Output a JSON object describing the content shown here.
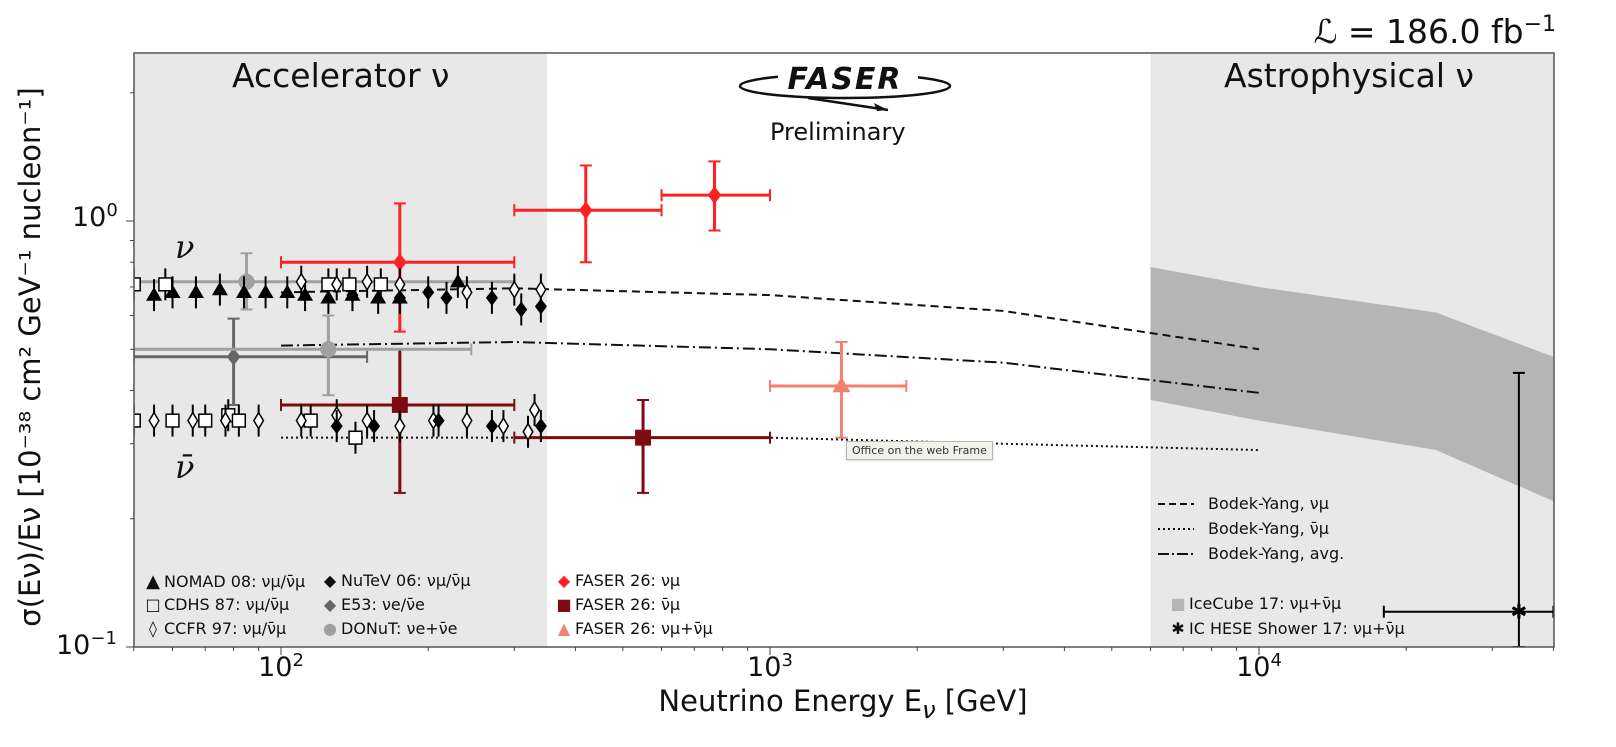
{
  "header": {
    "luminosity_text": "ℒ = 186.0 fb",
    "luminosity_exp": "−1"
  },
  "regions": {
    "accelerator_label": "Accelerator ν",
    "astrophysical_label": "Astrophysical ν",
    "logo_text": "FASER",
    "preliminary": "Preliminary"
  },
  "annotations": {
    "nu": "ν",
    "nubar": "ν̄"
  },
  "tooltip": {
    "text": "Office on the web Frame"
  },
  "axes": {
    "xlabel": "Neutrino Energy E",
    "xlabel_sub": "ν",
    "xlabel_unit": " [GeV]",
    "ylabel": "σ(Eν)/Eν [10⁻³⁸ cm² GeV⁻¹ nucleon⁻¹]",
    "xticks": [
      {
        "base": "10",
        "exp": "2",
        "value": 100
      },
      {
        "base": "10",
        "exp": "3",
        "value": 1000
      },
      {
        "base": "10",
        "exp": "4",
        "value": 10000
      }
    ],
    "yticks": [
      {
        "base": "10",
        "exp": "0",
        "value": 1.0
      },
      {
        "base": "10",
        "exp": "−1",
        "value": 0.1
      }
    ]
  },
  "legend": {
    "accelerator": [
      {
        "symbol": "▲",
        "label": "NOMAD 08: νμ/ν̄μ",
        "color": "#000000"
      },
      {
        "symbol": "□",
        "label": "CDHS 87: νμ/ν̄μ",
        "color": "#000000"
      },
      {
        "symbol": "◊",
        "label": "CCFR 97: νμ/ν̄μ",
        "color": "#000000"
      },
      {
        "symbol": "◆",
        "label": "NuTeV 06: νμ/ν̄μ",
        "color": "#000000"
      },
      {
        "symbol": "◆",
        "label": "E53: νe/ν̄e",
        "color": "#666666"
      },
      {
        "symbol": "●",
        "label": "DONuT: νe+ν̄e",
        "color": "#a0a0a0"
      }
    ],
    "faser": [
      {
        "symbol": "◆",
        "label": "FASER 26: νμ",
        "color": "#ff2020"
      },
      {
        "symbol": "■",
        "label": "FASER 26: ν̄μ",
        "color": "#7f0a12"
      },
      {
        "symbol": "▲",
        "label": "FASER 26: νμ+ν̄μ",
        "color": "#f58072"
      }
    ],
    "theory": [
      {
        "style": "dashed",
        "label": "Bodek-Yang, νμ"
      },
      {
        "style": "dotted",
        "label": "Bodek-Yang, ν̄μ"
      },
      {
        "style": "dashdot",
        "label": "Bodek-Yang, avg."
      }
    ],
    "astro": [
      {
        "symbol": "■",
        "label": "IceCube 17: νμ+ν̄μ",
        "color": "#b5b5b5"
      },
      {
        "symbol": "✱",
        "label": "IC HESE Shower 17: νμ+ν̄μ",
        "color": "#000000"
      }
    ]
  },
  "colors": {
    "shade": "#e8e8e8",
    "icecube_band": "#b5b5b5",
    "faser_numu": "#ff2020",
    "faser_numubar": "#7f0a12",
    "faser_sum": "#f58072",
    "e53": "#666666",
    "donut": "#a0a0a0"
  },
  "chart_data": {
    "type": "scatter",
    "title": "",
    "xlabel": "Neutrino Energy E_ν [GeV]",
    "ylabel": "σ(E_ν)/E_ν [10^-38 cm^2 GeV^-1 nucleon^-1]",
    "xscale": "log",
    "yscale": "log",
    "xlim": [
      50,
      40000
    ],
    "ylim": [
      0.1,
      2.48
    ],
    "grid": false,
    "legend_position": "lower, multi-group",
    "shaded_regions": [
      {
        "name": "Accelerator ν",
        "x": [
          50,
          350
        ]
      },
      {
        "name": "Astrophysical ν",
        "x": [
          6000,
          40000
        ]
      }
    ],
    "series": [
      {
        "name": "FASER 26: νμ",
        "marker": "diamond",
        "color": "#ff2020",
        "points": [
          {
            "x": 175,
            "xerr": [
              100,
              300
            ],
            "y": 0.8,
            "yerr": [
              0.55,
              1.1
            ]
          },
          {
            "x": 420,
            "xerr": [
              300,
              600
            ],
            "y": 1.06,
            "yerr": [
              0.8,
              1.35
            ]
          },
          {
            "x": 770,
            "xerr": [
              600,
              1000
            ],
            "y": 1.15,
            "yerr": [
              0.95,
              1.38
            ]
          }
        ]
      },
      {
        "name": "FASER 26: ν̄μ",
        "marker": "square",
        "color": "#7f0a12",
        "points": [
          {
            "x": 175,
            "xerr": [
              100,
              300
            ],
            "y": 0.37,
            "yerr": [
              0.23,
              0.5
            ]
          },
          {
            "x": 550,
            "xerr": [
              300,
              1000
            ],
            "y": 0.31,
            "yerr": [
              0.23,
              0.38
            ]
          }
        ]
      },
      {
        "name": "FASER 26: νμ+ν̄μ",
        "marker": "triangle",
        "color": "#f58072",
        "points": [
          {
            "x": 1400,
            "xerr": [
              1000,
              1900
            ],
            "y": 0.41,
            "yerr": [
              0.31,
              0.52
            ]
          }
        ]
      },
      {
        "name": "E53: νe/ν̄e",
        "marker": "diamond",
        "color": "#666666",
        "points": [
          {
            "x": 80,
            "xerr": [
              50,
              150
            ],
            "y": 0.48,
            "yerr": [
              0.37,
              0.59
            ]
          }
        ]
      },
      {
        "name": "DONuT: νe+ν̄e",
        "marker": "circle",
        "color": "#a0a0a0",
        "points": [
          {
            "x": 85,
            "xerr": [
              50,
              300
            ],
            "y": 0.72,
            "yerr": [
              0.62,
              0.84
            ]
          },
          {
            "x": 125,
            "xerr": [
              50,
              245
            ],
            "y": 0.5,
            "yerr": [
              0.39,
              0.6
            ]
          }
        ]
      },
      {
        "name": "NOMAD 08: νμ/ν̄μ (ν)",
        "marker": "triangle",
        "color": "#000000",
        "points": [
          {
            "x": 55,
            "y": 0.67
          },
          {
            "x": 60,
            "y": 0.68
          },
          {
            "x": 67,
            "y": 0.68
          },
          {
            "x": 75,
            "y": 0.69
          },
          {
            "x": 84,
            "y": 0.68
          },
          {
            "x": 93,
            "y": 0.68
          },
          {
            "x": 103,
            "y": 0.68
          },
          {
            "x": 112,
            "y": 0.67
          },
          {
            "x": 125,
            "y": 0.66
          },
          {
            "x": 140,
            "y": 0.67
          },
          {
            "x": 158,
            "y": 0.66
          },
          {
            "x": 175,
            "y": 0.66
          },
          {
            "x": 230,
            "y": 0.72
          }
        ]
      },
      {
        "name": "NuTeV 06: νμ/ν̄μ (ν)",
        "marker": "diamond",
        "color": "#000000",
        "points": [
          {
            "x": 140,
            "y": 0.67
          },
          {
            "x": 175,
            "y": 0.66
          },
          {
            "x": 200,
            "y": 0.68
          },
          {
            "x": 218,
            "y": 0.66
          },
          {
            "x": 270,
            "y": 0.66
          },
          {
            "x": 310,
            "y": 0.62
          },
          {
            "x": 340,
            "y": 0.63
          }
        ]
      },
      {
        "name": "CDHS 87: νμ/ν̄μ (ν)",
        "marker": "square",
        "color": "#000000",
        "points": [
          {
            "x": 50,
            "y": 0.71
          },
          {
            "x": 58,
            "y": 0.71
          },
          {
            "x": 125,
            "y": 0.71
          },
          {
            "x": 138,
            "y": 0.71
          },
          {
            "x": 160,
            "y": 0.71
          }
        ]
      },
      {
        "name": "CCFR 97: νμ/ν̄μ (ν)",
        "marker": "open-diamond",
        "color": "#000000",
        "points": [
          {
            "x": 110,
            "y": 0.72
          },
          {
            "x": 130,
            "y": 0.71
          },
          {
            "x": 150,
            "y": 0.72
          },
          {
            "x": 175,
            "y": 0.71
          },
          {
            "x": 240,
            "y": 0.68
          },
          {
            "x": 300,
            "y": 0.69
          },
          {
            "x": 340,
            "y": 0.69
          }
        ]
      },
      {
        "name": "CDHS 87: νμ/ν̄μ (ν̄)",
        "marker": "square",
        "color": "#000000",
        "points": [
          {
            "x": 50,
            "y": 0.34
          },
          {
            "x": 60,
            "y": 0.34
          },
          {
            "x": 70,
            "y": 0.34
          },
          {
            "x": 78,
            "y": 0.35
          },
          {
            "x": 82,
            "y": 0.34
          },
          {
            "x": 115,
            "y": 0.34
          },
          {
            "x": 142,
            "y": 0.31
          }
        ]
      },
      {
        "name": "CCFR 97: νμ/ν̄μ (ν̄)",
        "marker": "open-diamond",
        "color": "#000000",
        "points": [
          {
            "x": 55,
            "y": 0.34
          },
          {
            "x": 66,
            "y": 0.34
          },
          {
            "x": 77,
            "y": 0.34
          },
          {
            "x": 90,
            "y": 0.34
          },
          {
            "x": 110,
            "y": 0.34
          },
          {
            "x": 130,
            "y": 0.35
          },
          {
            "x": 150,
            "y": 0.34
          },
          {
            "x": 175,
            "y": 0.33
          },
          {
            "x": 205,
            "y": 0.34
          },
          {
            "x": 240,
            "y": 0.34
          },
          {
            "x": 285,
            "y": 0.33
          },
          {
            "x": 330,
            "y": 0.36
          },
          {
            "x": 320,
            "y": 0.32
          }
        ]
      },
      {
        "name": "NuTeV 06: νμ/ν̄μ (ν̄)",
        "marker": "diamond",
        "color": "#000000",
        "points": [
          {
            "x": 130,
            "y": 0.33
          },
          {
            "x": 155,
            "y": 0.33
          },
          {
            "x": 210,
            "y": 0.34
          },
          {
            "x": 270,
            "y": 0.33
          },
          {
            "x": 340,
            "y": 0.33
          }
        ]
      },
      {
        "name": "IC HESE Shower 17: νμ+ν̄μ",
        "marker": "star",
        "color": "#000000",
        "points": [
          {
            "x": 34000,
            "xerr": [
              18000,
              40000
            ],
            "y": 0.121,
            "yerr": [
              0.1,
              0.44
            ]
          }
        ]
      }
    ],
    "curves": [
      {
        "name": "Bodek-Yang, νμ",
        "style": "dashed",
        "x": [
          100,
          300,
          1000,
          3000,
          10000
        ],
        "y": [
          0.68,
          0.695,
          0.67,
          0.615,
          0.5
        ]
      },
      {
        "name": "Bodek-Yang, avg.",
        "style": "dashdot",
        "x": [
          100,
          300,
          1000,
          3000,
          10000
        ],
        "y": [
          0.51,
          0.52,
          0.5,
          0.465,
          0.395
        ]
      },
      {
        "name": "Bodek-Yang, ν̄μ",
        "style": "dotted",
        "x": [
          100,
          300,
          1000,
          3000,
          10000
        ],
        "y": [
          0.31,
          0.31,
          0.31,
          0.3,
          0.29
        ]
      }
    ],
    "bands": [
      {
        "name": "IceCube 17: νμ+ν̄μ",
        "color": "#b5b5b5",
        "x": [
          6000,
          10000,
          23000,
          40000
        ],
        "y_upper": [
          0.78,
          0.7,
          0.61,
          0.48
        ],
        "y_lower": [
          0.38,
          0.34,
          0.29,
          0.22
        ]
      }
    ]
  }
}
